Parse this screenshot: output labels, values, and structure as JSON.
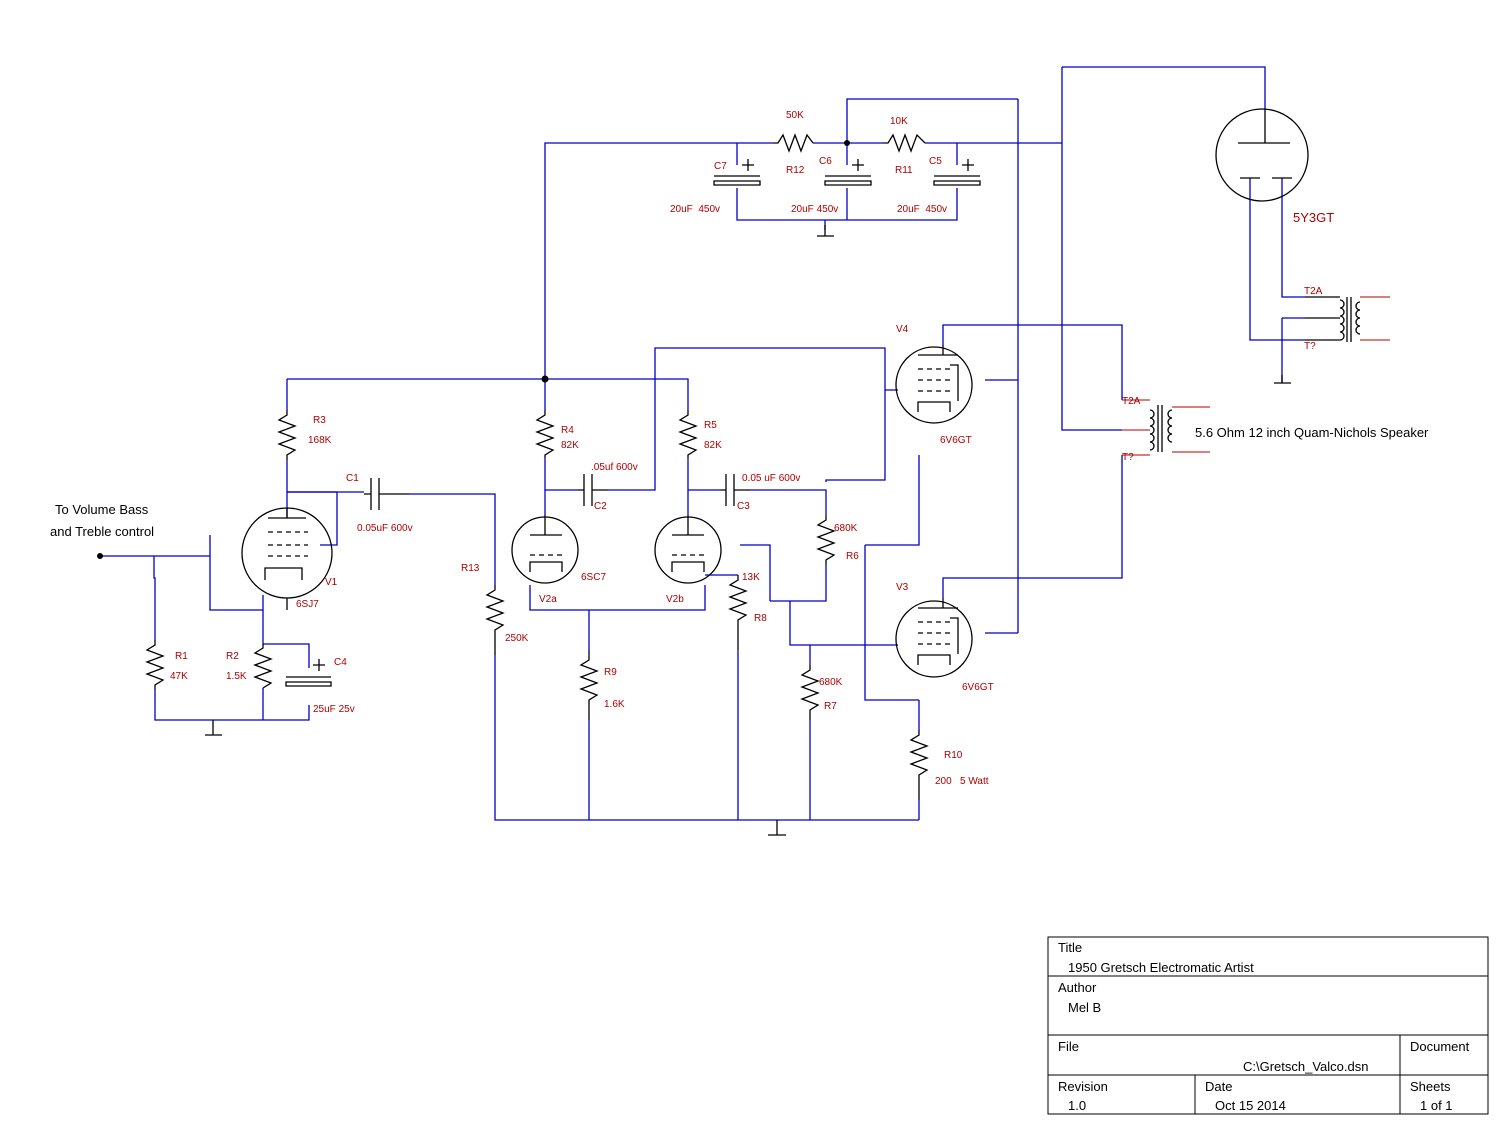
{
  "input_label": {
    "line1": "To Volume Bass",
    "line2": "and Treble control"
  },
  "tubes": {
    "v1": {
      "ref": "V1",
      "type": "6SJ7"
    },
    "v2a": {
      "ref": "V2a",
      "type": "6SC7"
    },
    "v2b": {
      "ref": "V2b"
    },
    "v3": {
      "ref": "V3",
      "type": "6V6GT"
    },
    "v4": {
      "ref": "V4",
      "type": "6V6GT"
    },
    "rect": {
      "type": "5Y3GT"
    }
  },
  "resistors": {
    "r1": {
      "ref": "R1",
      "value": "47K"
    },
    "r2": {
      "ref": "R2",
      "value": "1.5K"
    },
    "r3": {
      "ref": "R3",
      "value": "168K"
    },
    "r4": {
      "ref": "R4",
      "value": "82K"
    },
    "r5": {
      "ref": "R5",
      "value": "82K"
    },
    "r6": {
      "ref": "R6",
      "value": "680K"
    },
    "r7": {
      "ref": "R7",
      "value": "680K"
    },
    "r8": {
      "ref": "R8",
      "value": "13K"
    },
    "r9": {
      "ref": "R9",
      "value": "1.6K"
    },
    "r10": {
      "ref": "R10",
      "value": "200   5 Watt"
    },
    "r11": {
      "ref": "R11",
      "value": "10K"
    },
    "r12": {
      "ref": "R12",
      "value": "50K"
    },
    "r13": {
      "ref": "R13",
      "value": "250K"
    }
  },
  "capacitors": {
    "c1": {
      "ref": "C1",
      "value": "0.05uF   600v"
    },
    "c2": {
      "ref": "C2",
      "value": ".05uf 600v"
    },
    "c3": {
      "ref": "C3",
      "value": "0.05 uF  600v"
    },
    "c4": {
      "ref": "C4",
      "value": "25uF 25v"
    },
    "c5": {
      "ref": "C5",
      "value": "20uF  450v"
    },
    "c6": {
      "ref": "C6",
      "value": "20uF 450v"
    },
    "c7": {
      "ref": "C7",
      "value": "20uF  450v"
    }
  },
  "transformers": {
    "power": {
      "top": "T2A",
      "bottom": "T?"
    },
    "output": {
      "top": "T2A",
      "bottom": "T?"
    }
  },
  "speaker_label": "5.6 Ohm 12 inch Quam-Nichols Speaker",
  "title_block": {
    "title_label": "Title",
    "title_value": "1950 Gretsch Electromatic Artist",
    "author_label": "Author",
    "author_value": "Mel B",
    "file_label": "File",
    "file_value": "C:\\Gretsch_Valco.dsn",
    "document_label": "Document",
    "revision_label": "Revision",
    "revision_value": "1.0",
    "date_label": "Date",
    "date_value": "Oct 15 2014",
    "sheets_label": "Sheets",
    "sheets_value": "1 of 1"
  }
}
